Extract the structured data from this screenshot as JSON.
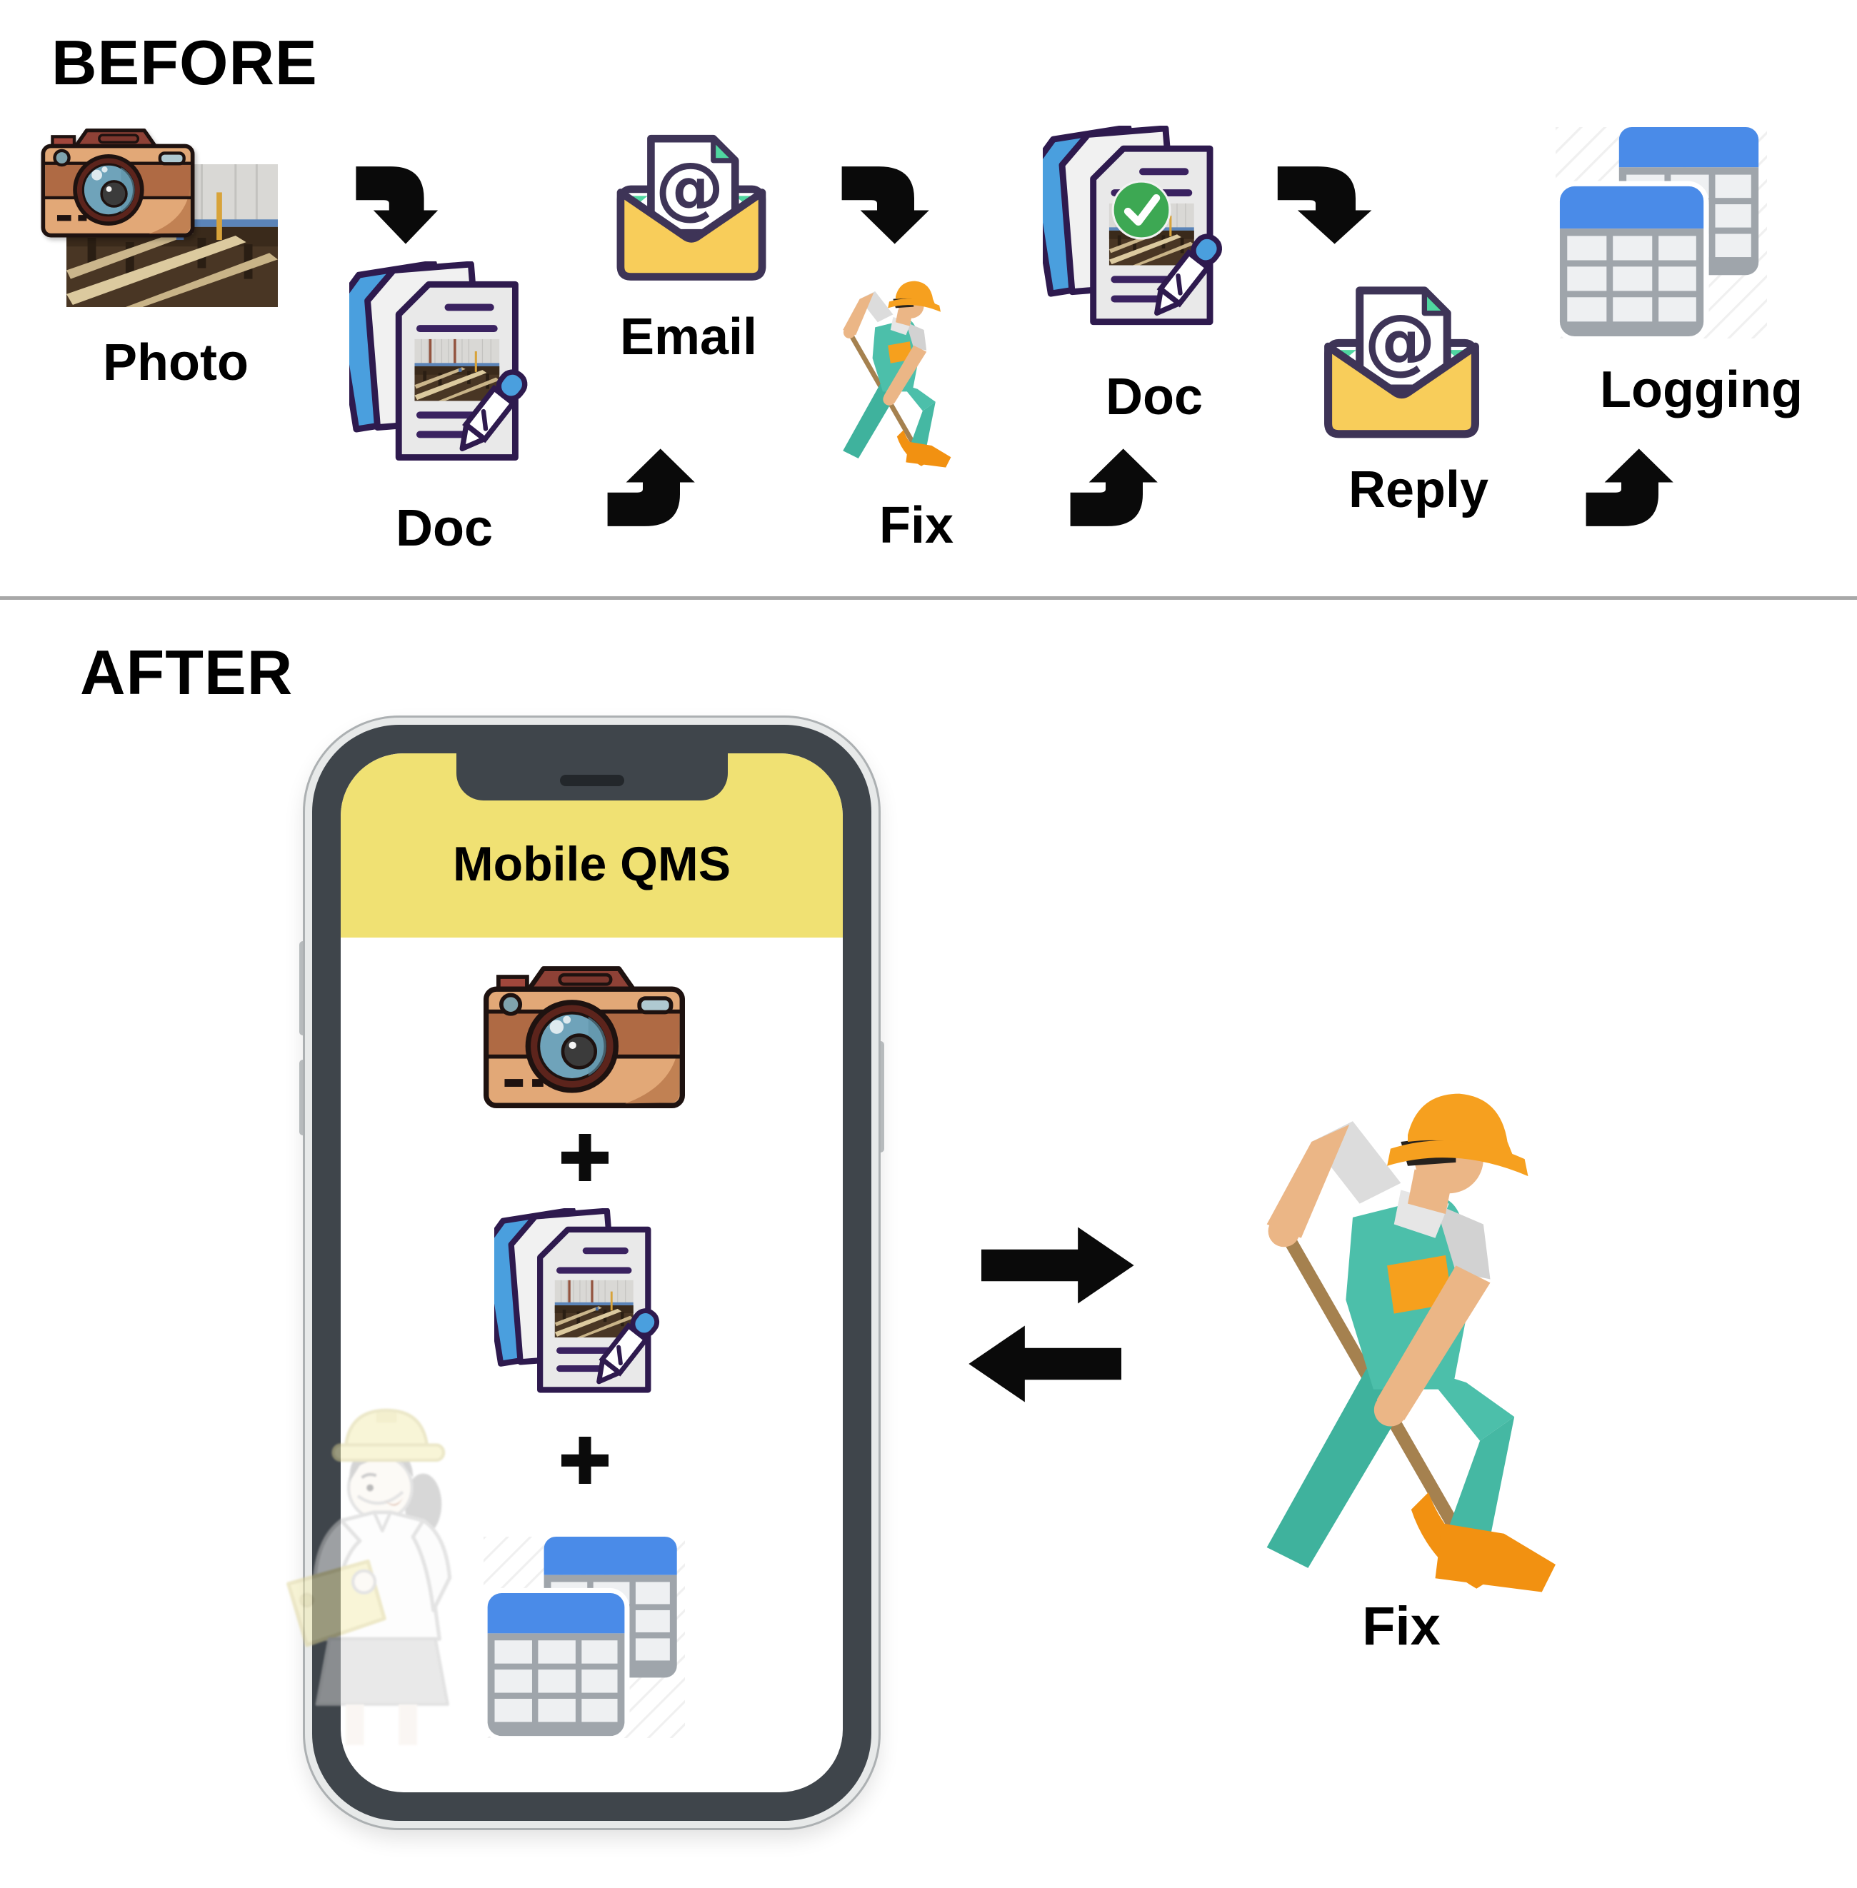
{
  "before": {
    "title": "BEFORE",
    "steps": [
      {
        "label": "Photo"
      },
      {
        "label": "Doc"
      },
      {
        "label": "Email"
      },
      {
        "label": "Fix"
      },
      {
        "label": "Doc"
      },
      {
        "label": "Reply"
      },
      {
        "label": "Logging"
      }
    ]
  },
  "after": {
    "title": "AFTER",
    "phone": {
      "title": "Mobile QMS"
    },
    "fix_label": "Fix"
  },
  "icons": {
    "at_glyph": "@",
    "plus_glyph": "+",
    "inventory": [
      "camera-icon",
      "construction-photo",
      "document-stack-icon",
      "email-icon",
      "worker-fix-illustration",
      "approved-check-icon",
      "spreadsheet-tables-icon",
      "curved-arrow-icon",
      "right-arrow-icon",
      "left-arrow-icon",
      "plus-icon",
      "phone-frame",
      "engineer-illustration"
    ]
  },
  "colors": {
    "header_yellow": "#F0E173",
    "doc_blue": "#4A9FDE",
    "outline_purple": "#2E1A4E",
    "envelope_yellow": "#F8CD5A",
    "envelope_navy": "#3E3457",
    "accent_green": "#4FD6A0",
    "check_green": "#3DA853",
    "table_blue": "#4A8BE8",
    "worker_teal": "#4CBFAA",
    "helmet_orange": "#F6A01F",
    "camera_brown": "#AF6A44"
  }
}
